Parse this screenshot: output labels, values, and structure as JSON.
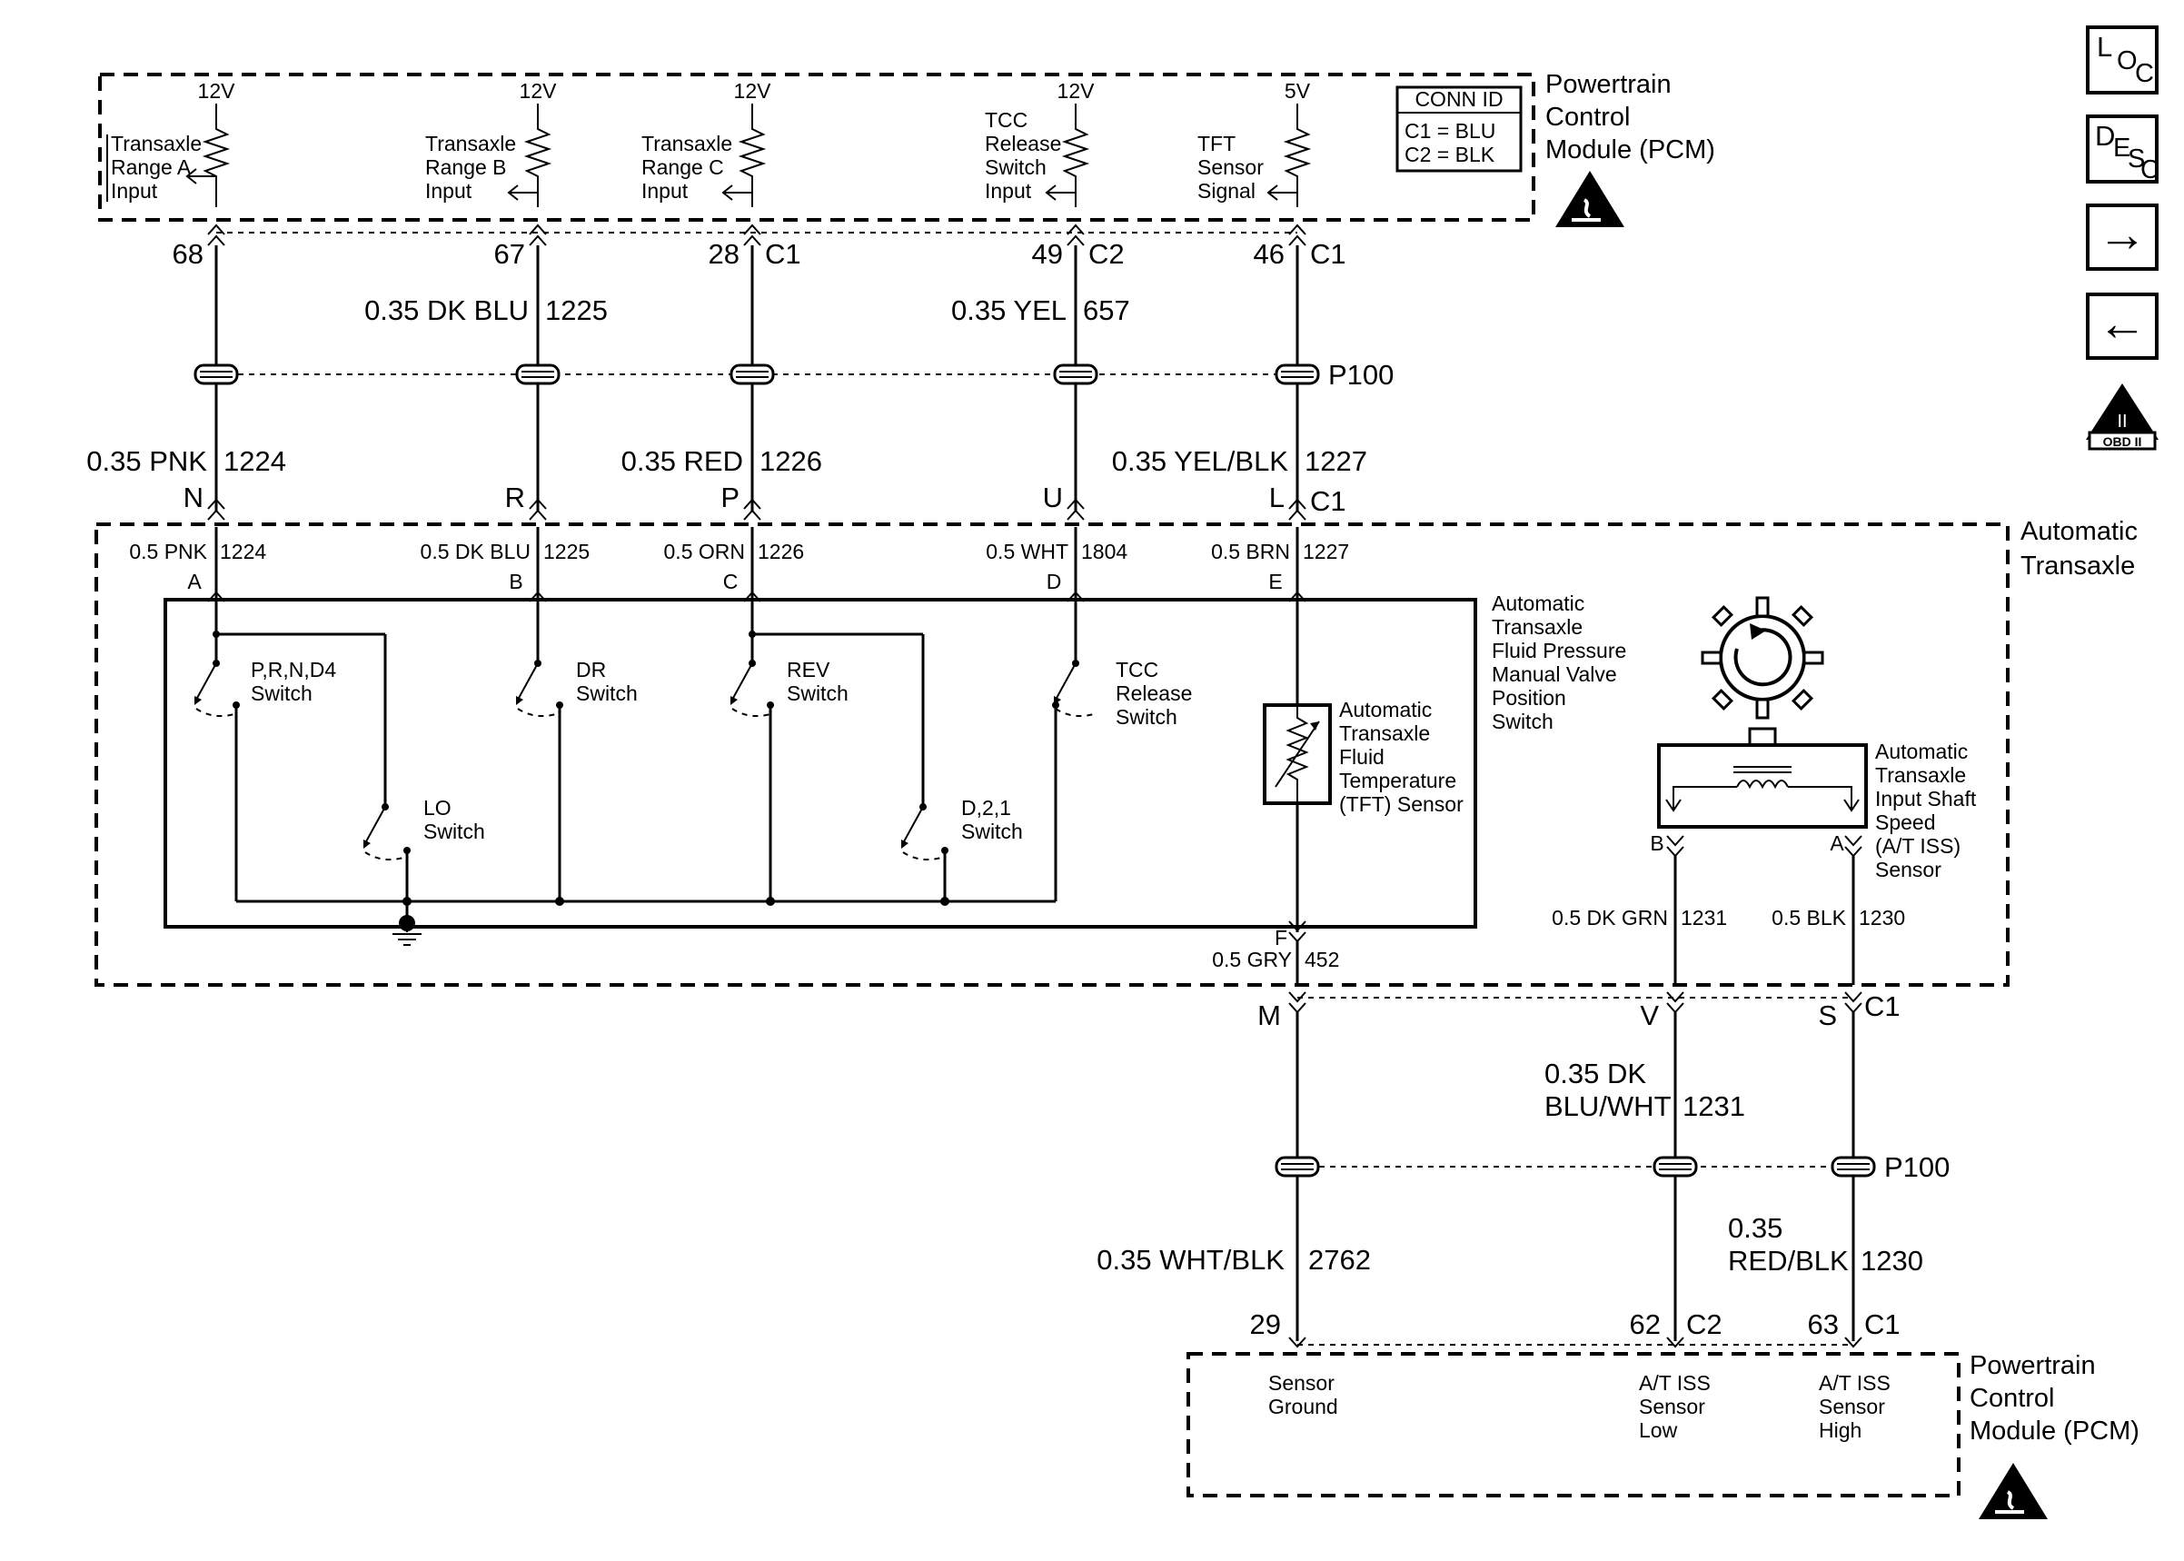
{
  "pcm_top": {
    "title": [
      "Powertrain",
      "Control",
      "Module (PCM)"
    ],
    "conn_id": {
      "header": "CONN ID",
      "c1": "C1 = BLU",
      "c2": "C2 = BLK"
    },
    "inputs": [
      {
        "voltage": "12V",
        "label": [
          "Transaxle",
          "Range A",
          "Input"
        ],
        "pin": "68",
        "conn": ""
      },
      {
        "voltage": "12V",
        "label": [
          "Transaxle",
          "Range B",
          "Input"
        ],
        "pin": "67",
        "conn": ""
      },
      {
        "voltage": "12V",
        "label": [
          "Transaxle",
          "Range C",
          "Input"
        ],
        "pin": "28",
        "conn": "C1"
      },
      {
        "voltage": "12V",
        "label": [
          "TCC",
          "Release",
          "Switch",
          "Input"
        ],
        "pin": "49",
        "conn": "C2"
      },
      {
        "voltage": "5V",
        "label": [
          "TFT",
          "Sensor",
          "Signal"
        ],
        "pin": "46",
        "conn": "C1"
      }
    ]
  },
  "upper_wires": {
    "w67": "0.35 DK BLU",
    "c67": "1225",
    "w49": "0.35 YEL",
    "c49": "657",
    "splice": "P100",
    "wA": "0.35 PNK",
    "cA": "1224",
    "wC": "0.35 RED",
    "cC": "1226",
    "wE": "0.35 YEL/BLK",
    "cE": "1227"
  },
  "c1_pins": {
    "n": "N",
    "r": "R",
    "p": "P",
    "u": "U",
    "l": "L",
    "conn": "C1"
  },
  "transaxle": {
    "title": [
      "Automatic",
      "Transaxle"
    ],
    "wires": [
      {
        "wire": "0.5 PNK",
        "circuit": "1224",
        "pin": "A"
      },
      {
        "wire": "0.5 DK BLU",
        "circuit": "1225",
        "pin": "B"
      },
      {
        "wire": "0.5 ORN",
        "circuit": "1226",
        "pin": "C"
      },
      {
        "wire": "0.5 WHT",
        "circuit": "1804",
        "pin": "D"
      },
      {
        "wire": "0.5 BRN",
        "circuit": "1227",
        "pin": "E"
      }
    ],
    "switch_assembly": [
      "Automatic",
      "Transaxle",
      "Fluid Pressure",
      "Manual Valve",
      "Position",
      "Switch"
    ],
    "switches": {
      "prnd4": [
        "P,R,N,D4",
        "Switch"
      ],
      "dr": [
        "DR",
        "Switch"
      ],
      "rev": [
        "REV",
        "Switch"
      ],
      "tcc": [
        "TCC",
        "Release",
        "Switch"
      ],
      "lo": [
        "LO",
        "Switch"
      ],
      "d21": [
        "D,2,1",
        "Switch"
      ]
    },
    "tft_sensor": [
      "Automatic",
      "Transaxle",
      "Fluid",
      "Temperature",
      "(TFT) Sensor"
    ],
    "pin_f": "F",
    "gry_wire": "0.5 GRY",
    "gry_circuit": "452",
    "iss_sensor": [
      "Automatic",
      "Transaxle",
      "Input Shaft",
      "Speed",
      "(A/T ISS)",
      "Sensor"
    ],
    "iss_pin_b": "B",
    "iss_pin_a": "A",
    "iss_wire_b": "0.5 DK GRN",
    "iss_circuit_b": "1231",
    "iss_wire_a": "0.5 BLK",
    "iss_circuit_a": "1230"
  },
  "lower": {
    "pin_m": "M",
    "pin_v": "V",
    "pin_s": "S",
    "conn": "C1",
    "w_dk_1": "0.35 DK",
    "w_dk_2": "BLU/WHT",
    "c_dk": "1231",
    "splice": "P100",
    "w_wht": "0.35 WHT/BLK",
    "c_wht": "2762",
    "w_red_1": "0.35",
    "w_red_2": "RED/BLK",
    "c_red": "1230",
    "pin29": "29",
    "pin62": "62",
    "conn62": "C2",
    "pin63": "63",
    "conn63": "C1"
  },
  "pcm_bottom": {
    "title": [
      "Powertrain",
      "Control",
      "Module (PCM)"
    ],
    "ground": [
      "Sensor",
      "Ground"
    ],
    "iss_low": [
      "A/T ISS",
      "Sensor",
      "Low"
    ],
    "iss_high": [
      "A/T ISS",
      "Sensor",
      "High"
    ]
  },
  "nav": {
    "loc": {
      "big": "L",
      "sub": "O",
      "sub2": "C"
    },
    "desc": {
      "big": "D",
      "sub": "E",
      "sub2": "S",
      "sub3": "C"
    },
    "next": "→",
    "prev": "←",
    "obd_num": "II",
    "obd_text": "OBD II"
  }
}
